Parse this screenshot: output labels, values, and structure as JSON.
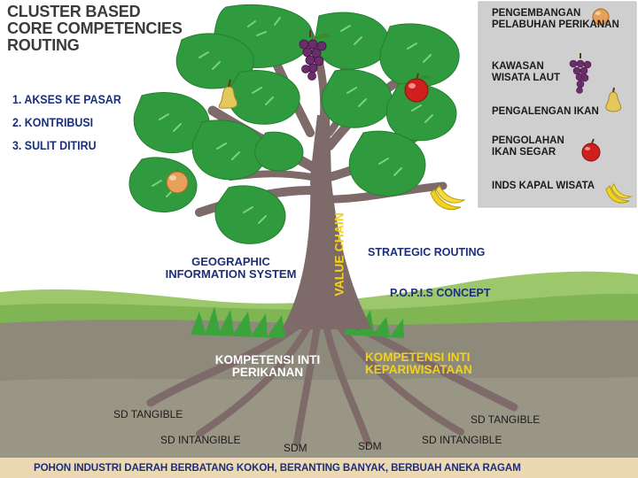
{
  "title": "CLUSTER BASED\nCORE COMPETENCIES\nROUTING",
  "criteria": [
    "1. AKSES KE PASAR",
    "2. KONTRIBUSI",
    "3. SULIT DITIRU"
  ],
  "legend": [
    {
      "label": "PENGEMBANGAN\nPELABUHAN PERIKANAN",
      "icon": "orange-icon"
    },
    {
      "label": "KAWASAN\nWISATA LAUT",
      "icon": "grapes-icon"
    },
    {
      "label": "PENGALENGAN  IKAN",
      "icon": "pear-icon"
    },
    {
      "label": "PENGOLAHAN\nIKAN SEGAR",
      "icon": "apple-icon"
    },
    {
      "label": "INDS  KAPAL  WISATA",
      "icon": "banana-icon"
    }
  ],
  "trunk_label": "VALUE CHAIN",
  "branch_labels": {
    "geographic": "GEOGRAPHIC\nINFORMATION SYSTEM",
    "strategic": "STRATEGIC ROUTING",
    "popis": "P.O.P.I.S CONCEPT"
  },
  "competency_labels": {
    "perikanan": "KOMPETENSI INTI\nPERIKANAN",
    "pariwisata": "KOMPETENSI INTI\nKEPARIWISATAAN"
  },
  "root_labels": {
    "sd_tangible_left": "SD TANGIBLE",
    "sd_intangible_left": "SD INTANGIBLE",
    "sdm_left": "SDM",
    "sdm_right": "SDM",
    "sd_intangible_right": "SD INTANGIBLE",
    "sd_tangible_right": "SD TANGIBLE"
  },
  "footer": "POHON INDUSTRI DAERAH BERBATANG KOKOH, BERANTING BANYAK,  BERBUAH ANEKA RAGAM",
  "colors": {
    "leaf": "#2f9a3e",
    "trunk": "#7d6a69",
    "ground": "#8e8a7b",
    "legend_bg": "#cfcfcf",
    "label_blue": "#1c2f7a",
    "label_yellow": "#f2d21c",
    "footer_bg": "#ecd9b4"
  }
}
